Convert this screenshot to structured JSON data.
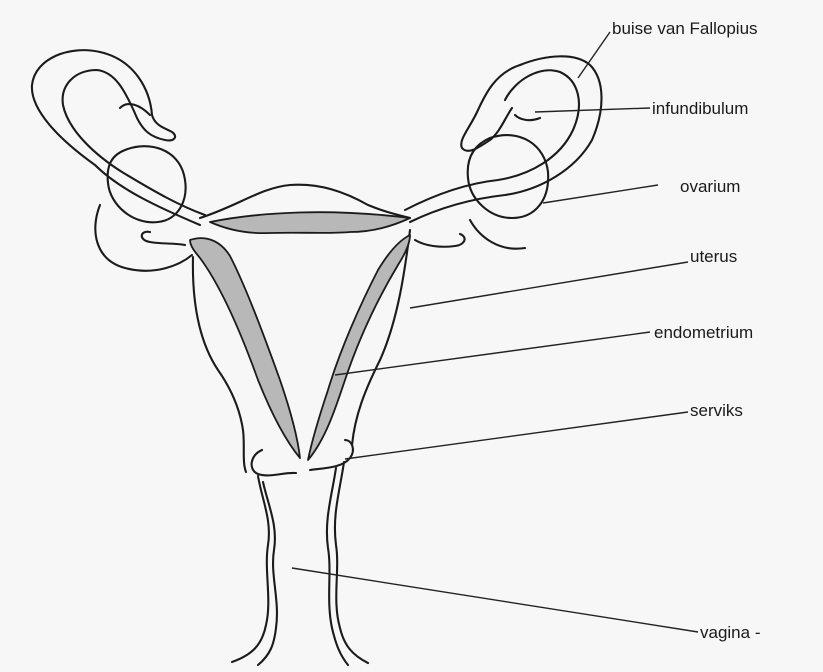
{
  "labels": {
    "fallopian_tube": "buise van Fallopius",
    "infundibulum": "infundibulum",
    "ovary": "ovarium",
    "uterus": "uterus",
    "endometrium": "endometrium",
    "cervix": "serviks",
    "vagina": "vagina -"
  },
  "colors": {
    "outline": "#1b1b1b",
    "endometrium_fill": "#b8b8b8",
    "paper": "#f7f7f7"
  }
}
